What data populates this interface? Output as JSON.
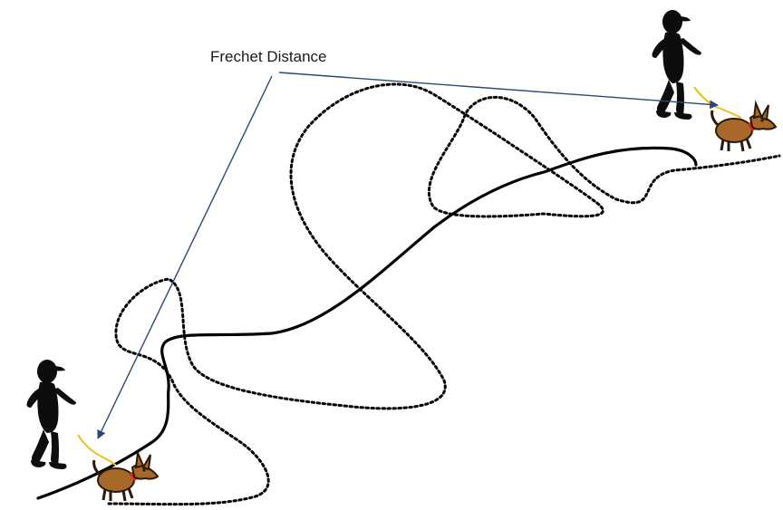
{
  "annotation": {
    "label": "Frechet Distance"
  },
  "colors": {
    "path_black": "#000000",
    "arrow_blue": "#2b4a73",
    "dog_fur": "#a8682a",
    "dog_outline": "#2a1a08",
    "dog_collar": "#d92b2b",
    "leash": "#e8c020",
    "walker": "#0d0d0d",
    "background": "#ffffff"
  },
  "figures": [
    {
      "name": "walker",
      "icon": "person-walking-icon"
    },
    {
      "name": "dog",
      "icon": "dog-icon"
    }
  ]
}
